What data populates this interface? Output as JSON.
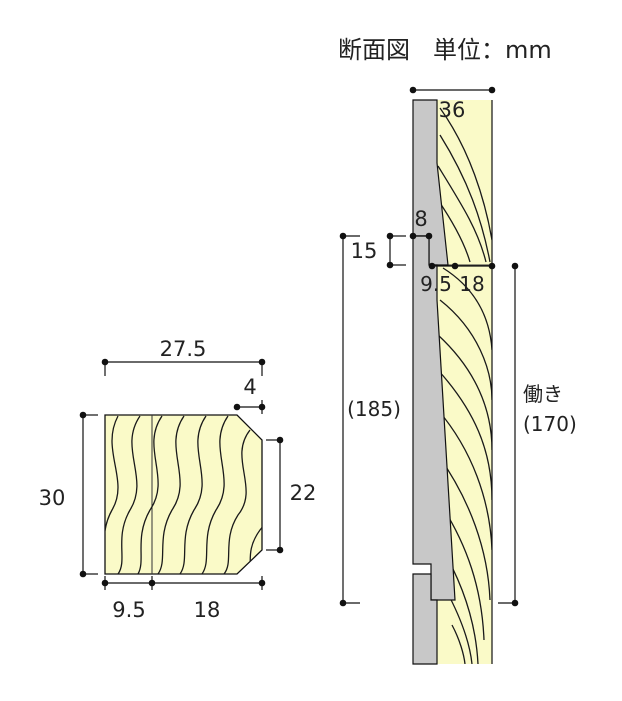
{
  "title": "断面図",
  "unit_label": "単位：mm",
  "colors": {
    "wood": "#fafac8",
    "metal": "#c8c8c8",
    "line": "#111111"
  },
  "section_left": {
    "width_total": "27.5",
    "chamfer": "4",
    "height": "30",
    "height_inner": "22",
    "bottom_a": "9.5",
    "bottom_b": "18"
  },
  "section_right": {
    "top": "36",
    "step_width": "8",
    "step_height": "15",
    "dim_a": "9.5",
    "dim_b": "18",
    "overall": "(185)",
    "working_label": "働き",
    "working_value": "(170)"
  }
}
